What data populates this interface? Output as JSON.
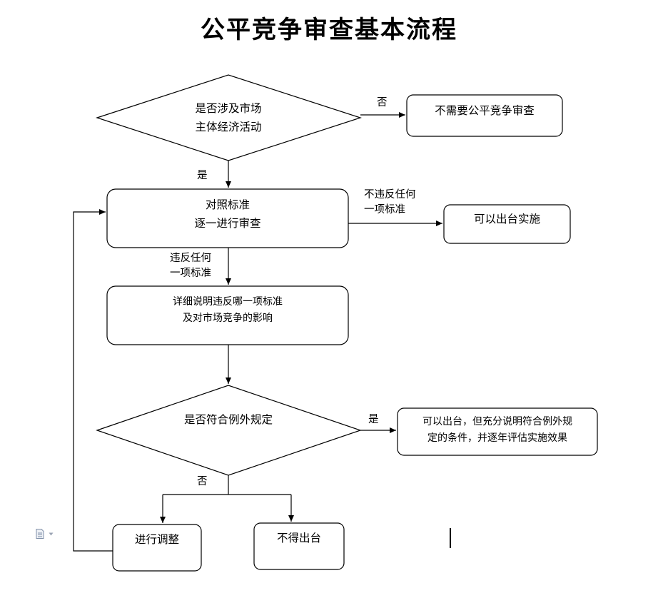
{
  "title": "公平竞争审查基本流程",
  "nodes": {
    "market_check": {
      "line1": "是否涉及市场",
      "line2": "主体经济活动"
    },
    "no_review": {
      "text": "不需要公平竞争审查"
    },
    "compare": {
      "line1": "对照标准",
      "line2": "逐一进行审查"
    },
    "can_issue": {
      "text": "可以出台实施"
    },
    "explain": {
      "line1": "详细说明违反哪一项标准",
      "line2": "及对市场竞争的影响"
    },
    "exception_check": {
      "text": "是否符合例外规定"
    },
    "issue_conditional": {
      "line1": "可以出台，但充分说明符合例外规",
      "line2": "定的条件，并逐年评估实施效果"
    },
    "adjust": {
      "text": "进行调整"
    },
    "not_issue": {
      "text": "不得出台"
    }
  },
  "edges": {
    "market_no": "否",
    "market_yes": "是",
    "compare_pass": {
      "line1": "不违反任何",
      "line2": "一项标准"
    },
    "compare_fail": {
      "line1": "违反任何",
      "line2": "一项标准"
    },
    "exception_yes": "是",
    "exception_no": "否"
  },
  "colors": {
    "stroke": "#000000",
    "background": "#ffffff",
    "icon": "#7f8fa8"
  }
}
